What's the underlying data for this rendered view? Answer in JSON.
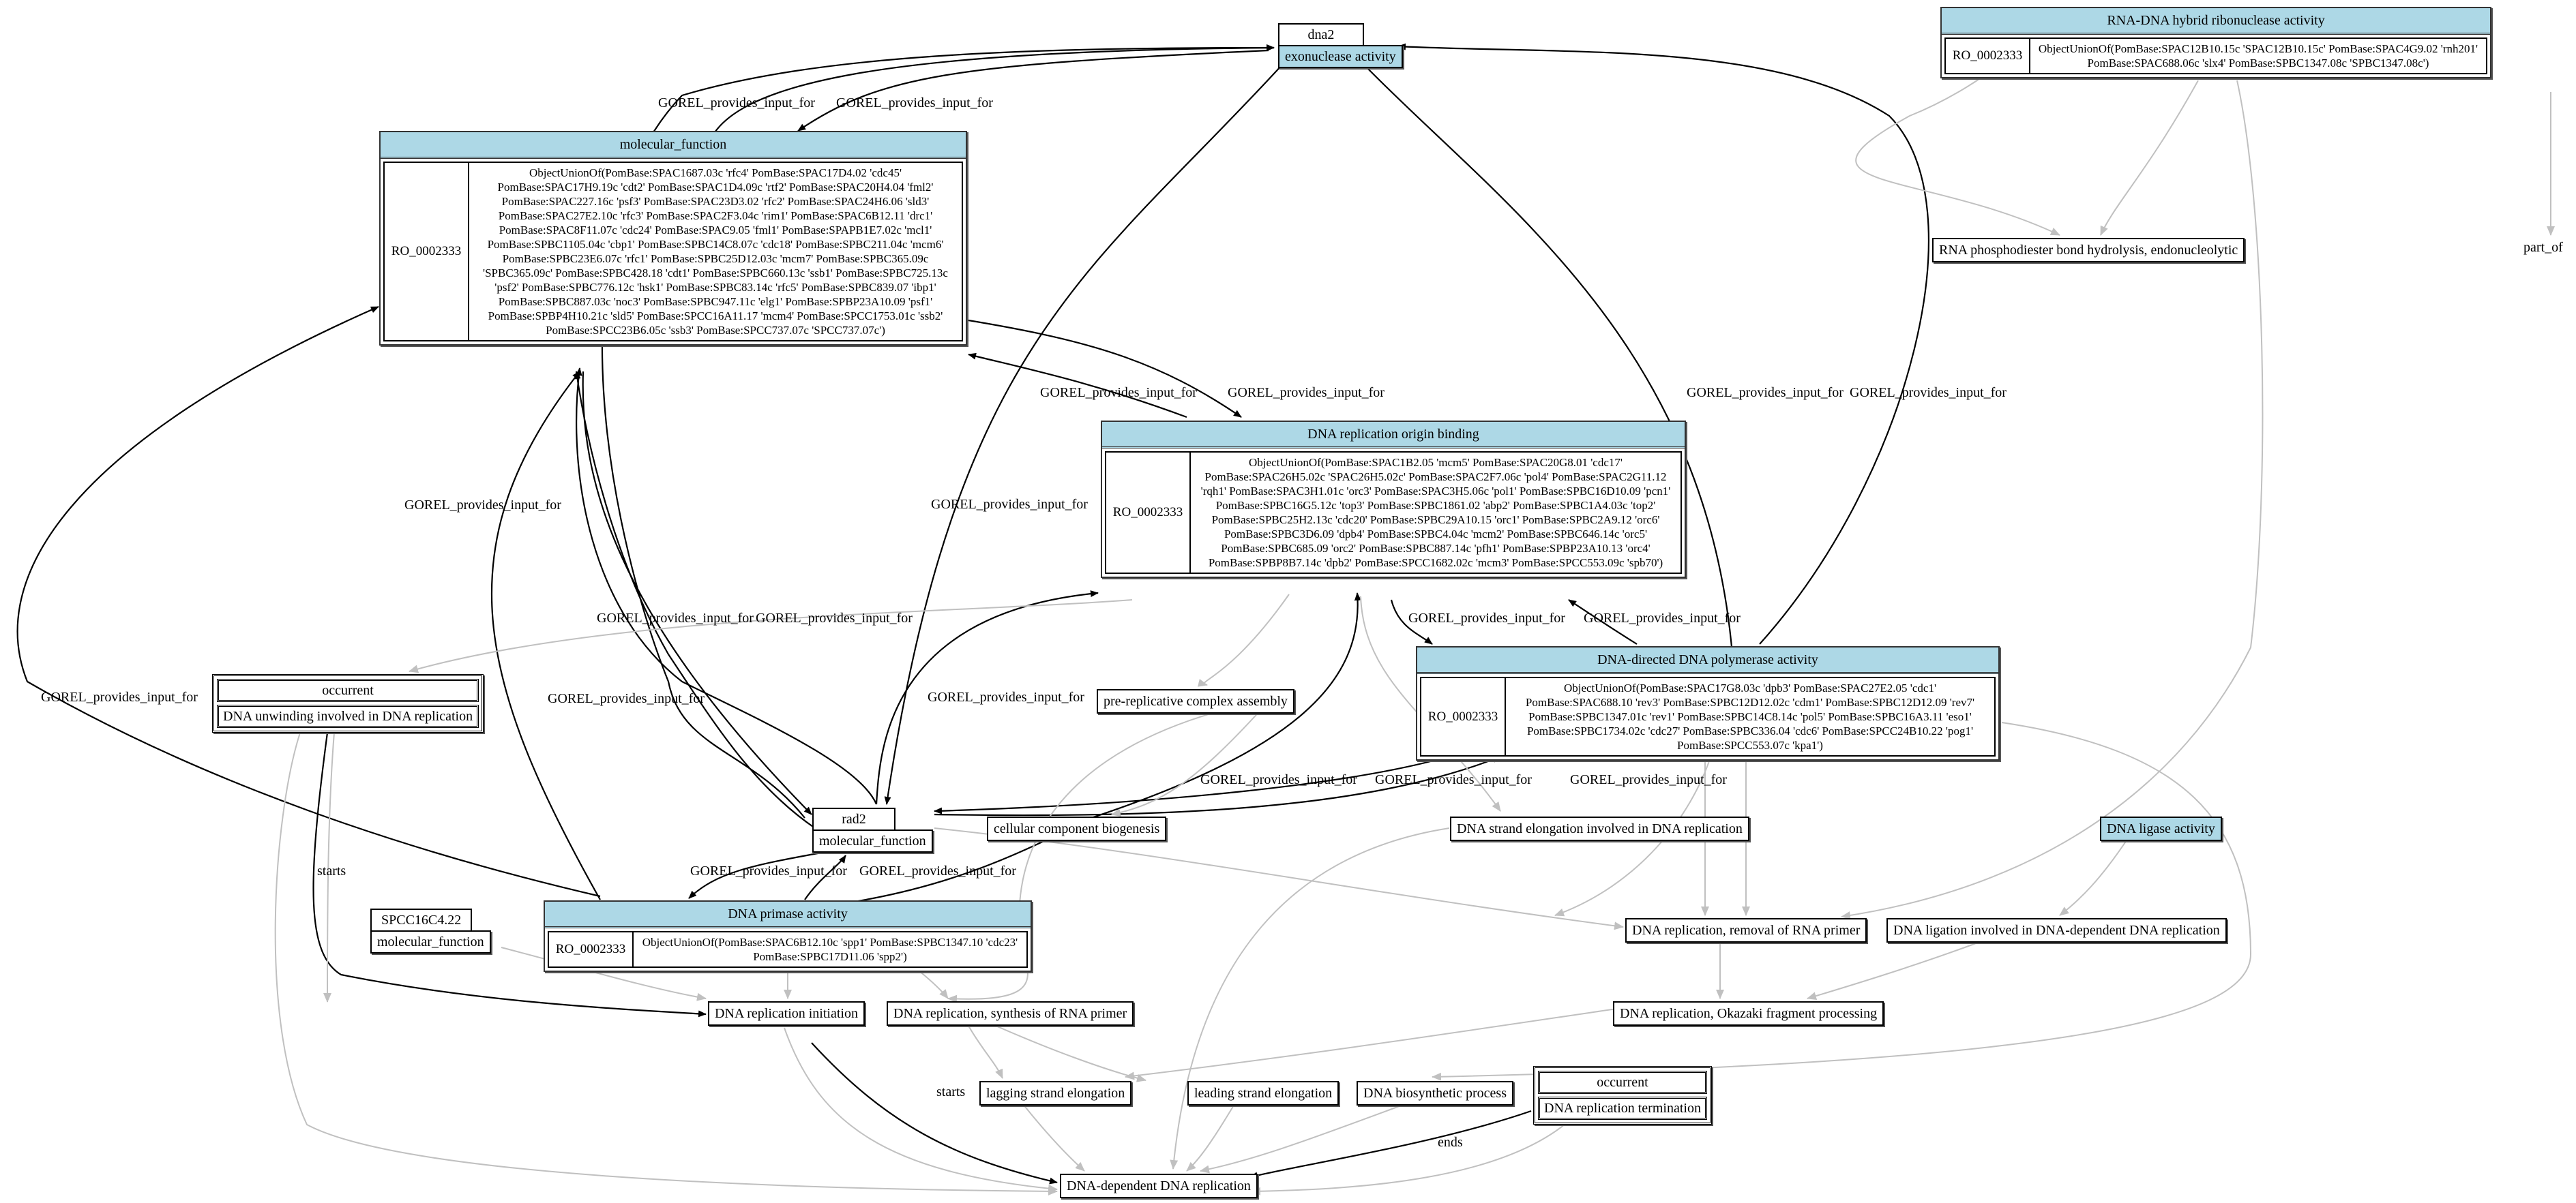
{
  "nodes": {
    "dna2": {
      "top": "dna2",
      "bottom": "exonuclease activity"
    },
    "rnadna": {
      "title": "RNA-DNA hybrid ribonuclease activity",
      "relation": "RO_0002333",
      "value": "ObjectUnionOf(PomBase:SPAC12B10.15c 'SPAC12B10.15c' PomBase:SPAC4G9.02 'rnh201' PomBase:SPAC688.06c 'slx4' PomBase:SPBC1347.08c 'SPBC1347.08c')"
    },
    "rna_phospho": {
      "label": "RNA phosphodiester bond hydrolysis, endonucleolytic"
    },
    "part_of_label": "part_of",
    "molfun": {
      "title": "molecular_function",
      "relation": "RO_0002333",
      "value": "ObjectUnionOf(PomBase:SPAC1687.03c 'rfc4' PomBase:SPAC17D4.02 'cdc45' PomBase:SPAC17H9.19c 'cdt2' PomBase:SPAC1D4.09c 'rtf2' PomBase:SPAC20H4.04 'fml2' PomBase:SPAC227.16c 'psf3' PomBase:SPAC23D3.02 'rfc2' PomBase:SPAC24H6.06 'sld3' PomBase:SPAC27E2.10c 'rfc3' PomBase:SPAC2F3.04c 'rim1' PomBase:SPAC6B12.11 'drc1' PomBase:SPAC8F11.07c 'cdc24' PomBase:SPAC9.05 'fml1' PomBase:SPAPB1E7.02c 'mcl1' PomBase:SPBC1105.04c 'cbp1' PomBase:SPBC14C8.07c 'cdc18' PomBase:SPBC211.04c 'mcm6' PomBase:SPBC23E6.07c 'rfc1' PomBase:SPBC25D12.03c 'mcm7' PomBase:SPBC365.09c 'SPBC365.09c' PomBase:SPBC428.18 'cdt1' PomBase:SPBC660.13c 'ssb1' PomBase:SPBC725.13c 'psf2' PomBase:SPBC776.12c 'hsk1' PomBase:SPBC83.14c 'rfc5' PomBase:SPBC839.07 'ibp1' PomBase:SPBC887.03c 'noc3' PomBase:SPBC947.11c 'elg1' PomBase:SPBP23A10.09 'psf1' PomBase:SPBP4H10.21c 'sld5' PomBase:SPCC16A11.17 'mcm4' PomBase:SPCC1753.01c 'ssb2' PomBase:SPCC23B6.05c 'ssb3' PomBase:SPCC737.07c 'SPCC737.07c')"
    },
    "origin": {
      "title": "DNA replication origin binding",
      "relation": "RO_0002333",
      "value": "ObjectUnionOf(PomBase:SPAC1B2.05 'mcm5' PomBase:SPAC20G8.01 'cdc17' PomBase:SPAC26H5.02c 'SPAC26H5.02c' PomBase:SPAC2F7.06c 'pol4' PomBase:SPAC2G11.12 'rqh1' PomBase:SPAC3H1.01c 'orc3' PomBase:SPAC3H5.06c 'pol1' PomBase:SPBC16D10.09 'pcn1' PomBase:SPBC16G5.12c 'top3' PomBase:SPBC1861.02 'abp2' PomBase:SPBC1A4.03c 'top2' PomBase:SPBC25H2.13c 'cdc20' PomBase:SPBC29A10.15 'orc1' PomBase:SPBC2A9.12 'orc6' PomBase:SPBC3D6.09 'dpb4' PomBase:SPBC4.04c 'mcm2' PomBase:SPBC646.14c 'orc5' PomBase:SPBC685.09 'orc2' PomBase:SPBC887.14c 'pfh1' PomBase:SPBP23A10.13 'orc4' PomBase:SPBP8B7.14c 'dpb2' PomBase:SPCC1682.02c 'mcm3' PomBase:SPCC553.09c 'spb70')"
    },
    "polymerase": {
      "title": "DNA-directed DNA polymerase activity",
      "relation": "RO_0002333",
      "value": "ObjectUnionOf(PomBase:SPAC17G8.03c 'dpb3' PomBase:SPAC27E2.05 'cdc1' PomBase:SPAC688.10 'rev3' PomBase:SPBC12D12.02c 'cdm1' PomBase:SPBC12D12.09 'rev7' PomBase:SPBC1347.01c 'rev1' PomBase:SPBC14C8.14c 'pol5' PomBase:SPBC16A3.11 'eso1' PomBase:SPBC1734.02c 'cdc27' PomBase:SPBC336.04 'cdc6' PomBase:SPCC24B10.22 'pog1' PomBase:SPCC553.07c 'kpa1')"
    },
    "primase": {
      "title": "DNA primase activity",
      "relation": "RO_0002333",
      "value": "ObjectUnionOf(PomBase:SPAC6B12.10c 'spp1' PomBase:SPBC1347.10 'cdc23' PomBase:SPBC17D11.06 'spp2')"
    },
    "unwinding": {
      "top": "occurrent",
      "bottom": "DNA unwinding involved in DNA replication"
    },
    "termination": {
      "top": "occurrent",
      "bottom": "DNA replication termination"
    },
    "rad2": {
      "top": "rad2",
      "bottom": "molecular_function"
    },
    "spcc": {
      "top": "SPCC16C4.22",
      "bottom": "molecular_function"
    },
    "prerep": {
      "label": "pre-replicative complex assembly"
    },
    "ccbio": {
      "label": "cellular component biogenesis"
    },
    "strand_elong": {
      "label": "DNA strand elongation involved in DNA replication"
    },
    "ligase": {
      "label": "DNA ligase activity"
    },
    "removal": {
      "label": "DNA replication, removal of RNA primer"
    },
    "ligation": {
      "label": "DNA ligation involved in DNA-dependent DNA replication"
    },
    "okazaki": {
      "label": "DNA replication, Okazaki fragment processing"
    },
    "initiation": {
      "label": "DNA replication initiation"
    },
    "synthesis": {
      "label": "DNA replication, synthesis of RNA primer"
    },
    "lagging": {
      "label": "lagging strand elongation"
    },
    "leading": {
      "label": "leading strand elongation"
    },
    "biosynth": {
      "label": "DNA biosynthetic process"
    },
    "dnadep": {
      "label": "DNA-dependent DNA replication"
    }
  },
  "edge_labels": {
    "provides": "GOREL_provides_input_for",
    "starts": "starts",
    "ends": "ends"
  },
  "colors": {
    "node_header": "#add8e6",
    "edge_strong": "#000000",
    "edge_weak": "#c0c0c0"
  }
}
